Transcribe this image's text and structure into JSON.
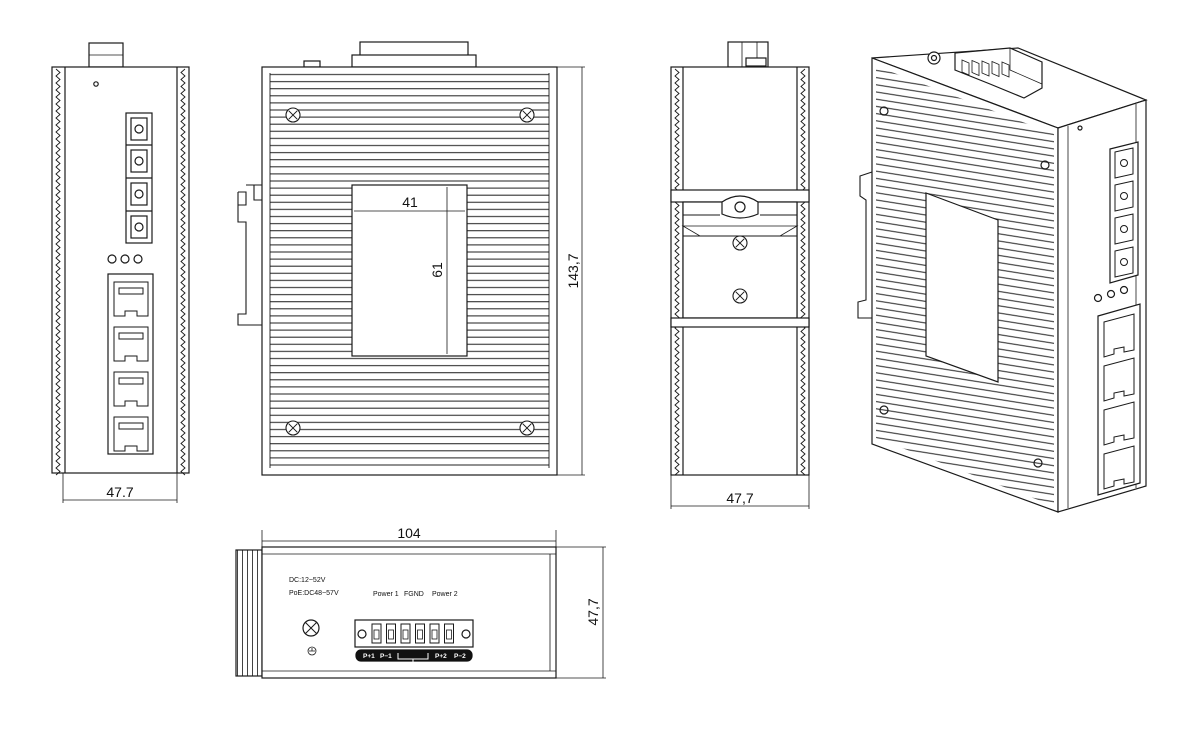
{
  "dimensions": {
    "front_width": "47.7",
    "rear_width": "47,7",
    "body_height": "143,7",
    "label_width": "41",
    "label_height": "61",
    "bottom_length": "104",
    "bottom_depth": "47,7"
  },
  "power_panel": {
    "voltage_dc": "DC:12~52V",
    "voltage_poe": "PoE:DC48~57V",
    "power1": "Power 1",
    "fgnd": "FGND",
    "power2": "Power 2",
    "pins": [
      "P+1",
      "P−1",
      "P+2",
      "P−2"
    ]
  },
  "colors": {
    "line": "#1a1a1a",
    "background": "#ffffff"
  }
}
